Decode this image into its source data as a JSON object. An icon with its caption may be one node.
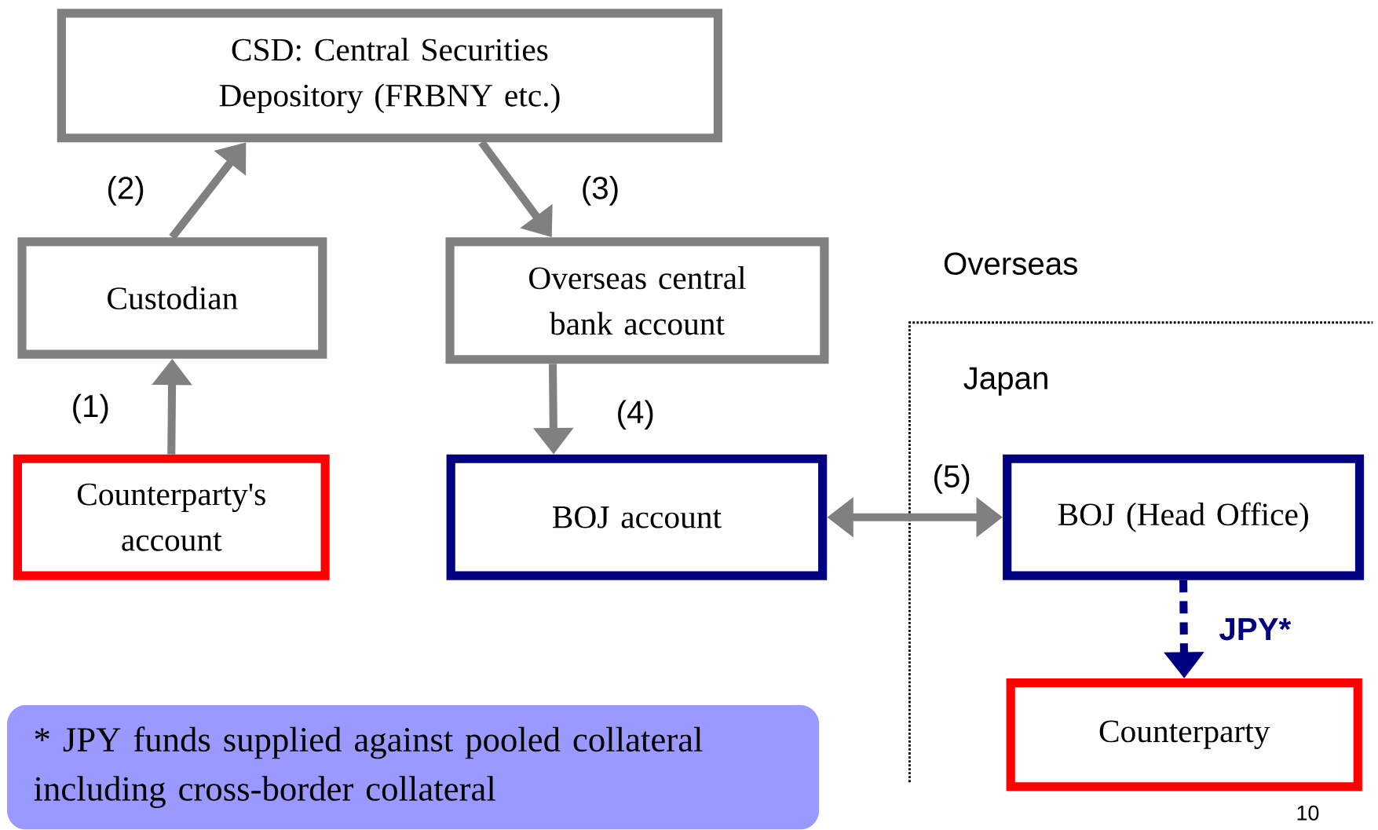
{
  "diagram": {
    "nodes": [
      {
        "text": [
          "CSD: Central Securities Depository (FRBNY etc.)"
        ]
      },
      {
        "text": [
          "Custodian"
        ]
      },
      {
        "text": [
          "Overseas central bank account"
        ]
      },
      {
        "text": [
          "Counterparty's account"
        ]
      },
      {
        "text": [
          "BOJ account"
        ]
      },
      {
        "text": [
          "BOJ (Head Office)"
        ]
      },
      {
        "text": [
          "Counterparty"
        ]
      },
      {
        "text": [
          "* JPY funds supplied against pooled collateral including cross-border collateral"
        ]
      }
    ],
    "edges": [
      {
        "from": 3,
        "to": 1,
        "arrow": "to",
        "label": "(1)"
      },
      {
        "from": 1,
        "to": 0,
        "arrow": "to",
        "label": "(2)"
      },
      {
        "from": 0,
        "to": 2,
        "arrow": "to",
        "label": "(3)"
      },
      {
        "from": 2,
        "to": 4,
        "arrow": "to",
        "label": "(4)"
      },
      {
        "from": 4,
        "to": 5,
        "arrow": "both",
        "label": "(5)"
      },
      {
        "from": 5,
        "to": 6,
        "arrow": "to",
        "label": "JPY*",
        "style": "dashed",
        "color": "#000080"
      }
    ],
    "labels": [
      "Overseas",
      "Japan",
      "10"
    ]
  }
}
